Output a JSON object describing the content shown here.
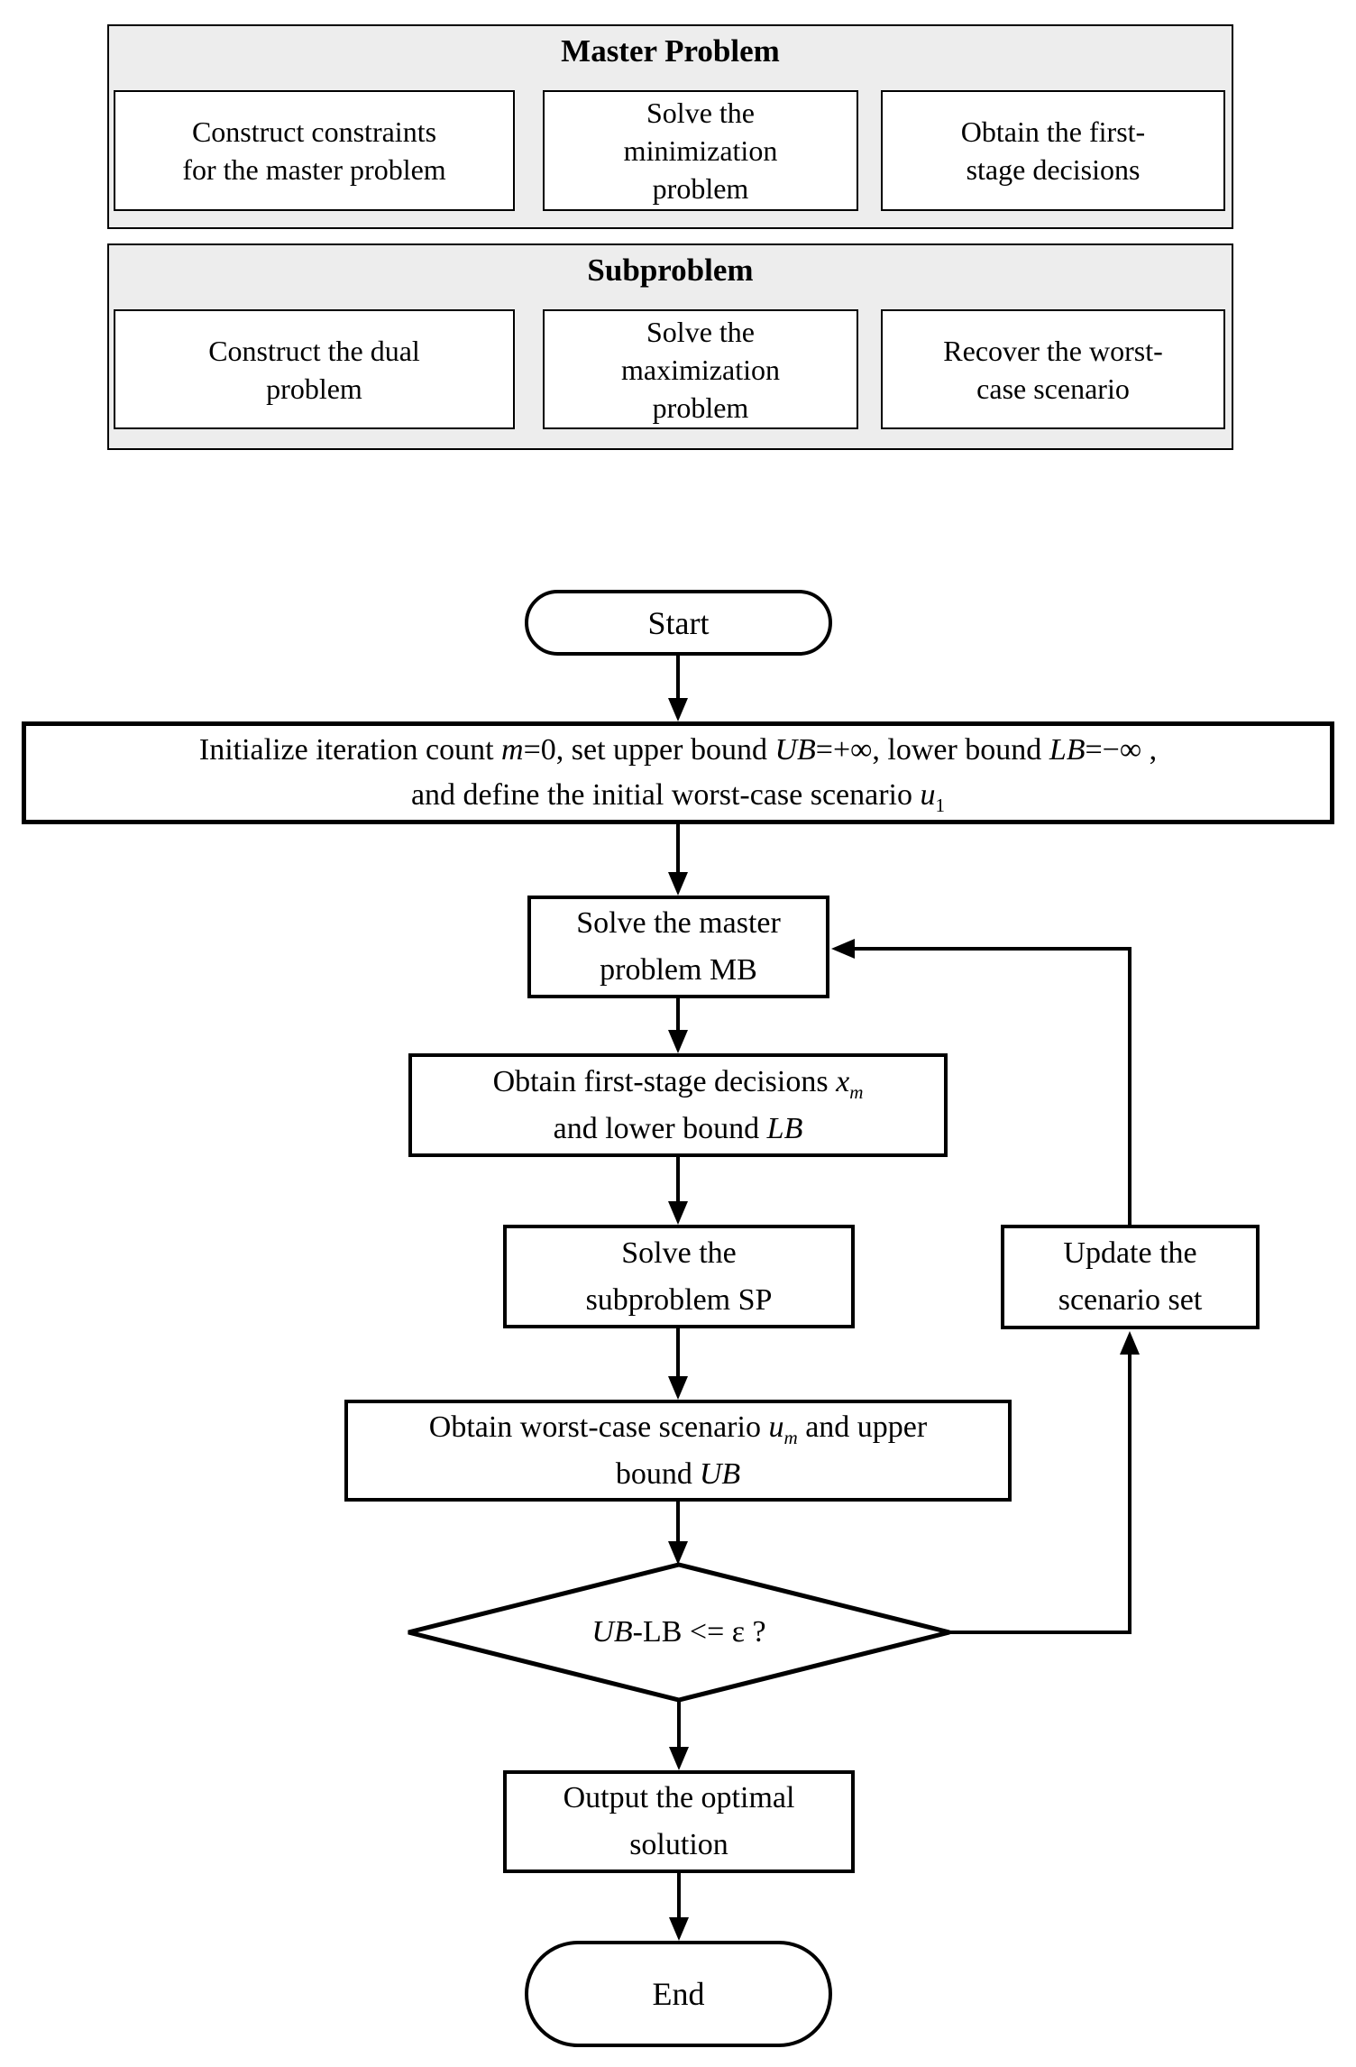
{
  "panels": {
    "master": {
      "title": "Master Problem",
      "boxes": [
        {
          "lines": [
            "Construct constraints",
            "for the master problem"
          ]
        },
        {
          "lines": [
            "Solve the",
            "minimization",
            "problem"
          ]
        },
        {
          "lines": [
            "Obtain the first-",
            "stage decisions"
          ]
        }
      ]
    },
    "subproblem": {
      "title": "Subproblem",
      "boxes": [
        {
          "lines": [
            "Construct the dual",
            "problem"
          ]
        },
        {
          "lines": [
            "Solve the",
            "maximization",
            "problem"
          ]
        },
        {
          "lines": [
            "Recover the worst-",
            "case scenario"
          ]
        }
      ]
    }
  },
  "flow": {
    "start_label": "Start",
    "end_label": "End",
    "init": {
      "l1a": "Initialize iteration count ",
      "l1b": "m",
      "l1c": "=0, set upper bound ",
      "l1d": "UB",
      "l1e": "=+∞, lower bound ",
      "l1f": "LB",
      "l1g": "=−∞ ,",
      "l2a": "and define the initial worst-case scenario ",
      "l2b": "u",
      "l2c": "1"
    },
    "master_box": {
      "line1": "Solve the master",
      "line2": "problem MB"
    },
    "decisions_box": {
      "l1a": "Obtain first-stage decisions ",
      "l1b": "x",
      "l1c": "m",
      "l2a": "and lower bound ",
      "l2b": "LB"
    },
    "subproblem_box": {
      "line1": "Solve the",
      "line2": "subproblem SP"
    },
    "worstcase_box": {
      "l1a": "Obtain worst-case scenario ",
      "l1b": "u",
      "l1c": "m",
      "l1d": " and upper",
      "l2a": "bound",
      "l2b": "UB"
    },
    "decision": {
      "a": "UB",
      "b": "-LB <= ε ?"
    },
    "update_box": {
      "line1": "Update the",
      "line2": "scenario set"
    },
    "output_box": {
      "line1": "Output the optimal",
      "line2": "solution"
    }
  },
  "colors": {
    "line": "#000000",
    "panel_fill": "#ededed",
    "box_fill": "#ffffff"
  }
}
